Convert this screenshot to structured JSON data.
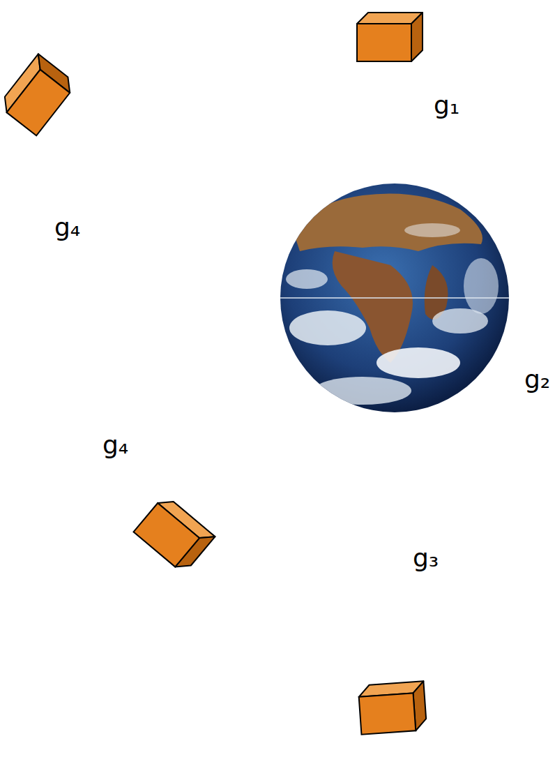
{
  "diagram": {
    "labels": [
      "g₁",
      "g₄",
      "g₂",
      "g₄",
      "g₃"
    ]
  }
}
